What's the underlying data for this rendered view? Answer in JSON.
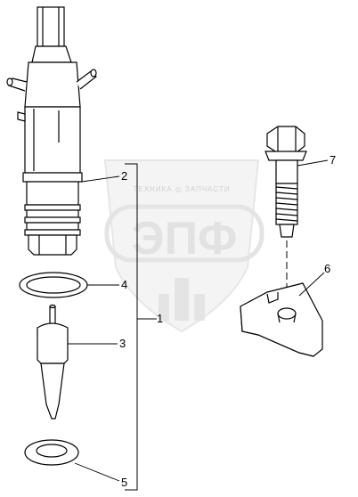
{
  "diagram": {
    "watermark": {
      "company_line": "ТЕХНИКА ◎ ЗАПЧАСТИ",
      "logo_text": "ЭПФ"
    },
    "callouts": [
      {
        "id": "1",
        "label": "1"
      },
      {
        "id": "2",
        "label": "2"
      },
      {
        "id": "3",
        "label": "3"
      },
      {
        "id": "4",
        "label": "4"
      },
      {
        "id": "5",
        "label": "5"
      },
      {
        "id": "6",
        "label": "6"
      },
      {
        "id": "7",
        "label": "7"
      }
    ]
  }
}
